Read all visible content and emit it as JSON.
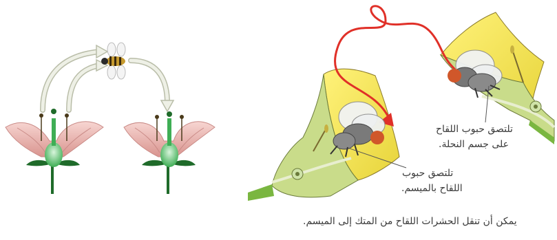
{
  "labels": {
    "top_line1": "تلتصق حبوب اللقاح",
    "top_line2": "على جسم النحلة.",
    "bottom_line1": "تلتصق حبوب",
    "bottom_line2": "اللقاح بالميسم.",
    "caption": "يمكن أن تنقل الحشرات اللقاح من المتك إلى الميسم."
  },
  "colors": {
    "petal": "#f2c6c2",
    "petal_edge": "#c98a86",
    "pistil": "#7fd68a",
    "stem": "#1f6b2a",
    "arrow": "#eef0e6",
    "arrow_edge": "#b9bda8",
    "path_red": "#e03028",
    "flower_yellow": "#f5e85a",
    "flower_green": "#c9dc8a",
    "bee_body": "#7a7a7a"
  }
}
